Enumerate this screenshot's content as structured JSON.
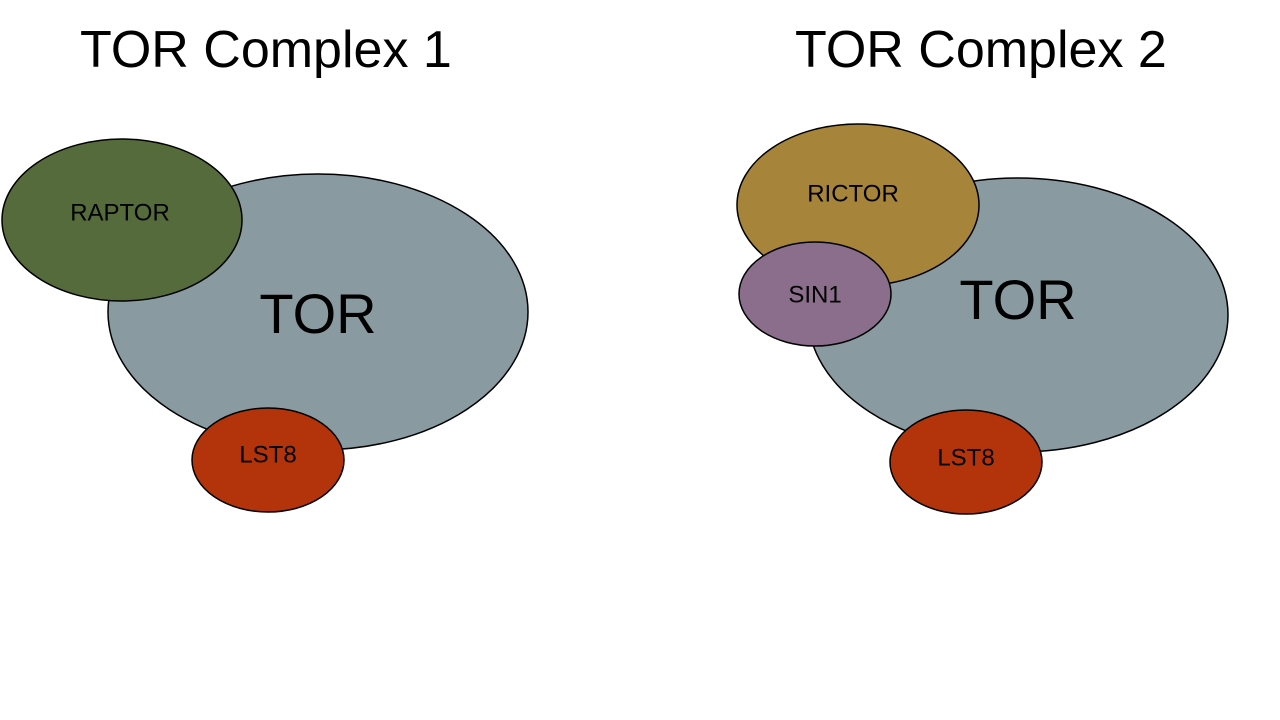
{
  "complex1": {
    "title": "TOR Complex 1",
    "tor": {
      "label": "TOR",
      "color": "#899BA0"
    },
    "raptor": {
      "label": "RAPTOR",
      "color": "#556B3C"
    },
    "lst8": {
      "label": "LST8",
      "color": "#B3340A"
    }
  },
  "complex2": {
    "title": "TOR Complex 2",
    "tor": {
      "label": "TOR",
      "color": "#899BA0"
    },
    "rictor": {
      "label": "RICTOR",
      "color": "#A6843A"
    },
    "sin1": {
      "label": "SIN1",
      "color": "#8B6E8B"
    },
    "lst8": {
      "label": "LST8",
      "color": "#B3340A"
    }
  }
}
